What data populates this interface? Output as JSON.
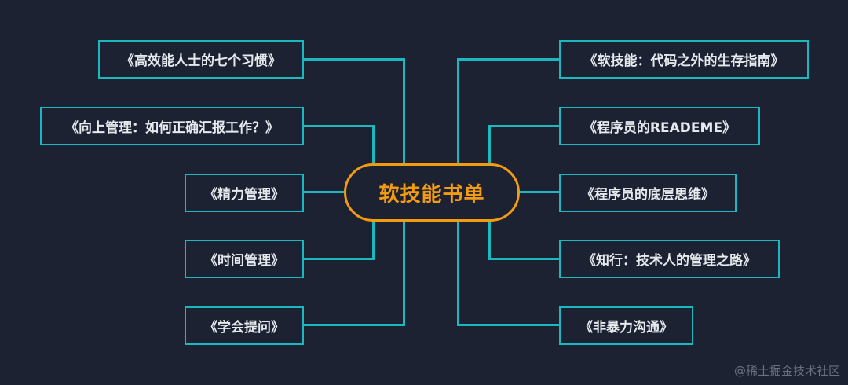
{
  "mindmap": {
    "center": {
      "label": "软技能书单",
      "color": "#f39c12"
    },
    "line_color": "#1bb8bf",
    "background": "#1c2231",
    "left_branches": [
      {
        "label": "《高效能人士的七个习惯》"
      },
      {
        "label": "《向上管理：如何正确汇报工作？》"
      },
      {
        "label": "《精力管理》"
      },
      {
        "label": "《时间管理》"
      },
      {
        "label": "《学会提问》"
      }
    ],
    "right_branches": [
      {
        "label": "《软技能：代码之外的生存指南》"
      },
      {
        "label": "《程序员的READEME》"
      },
      {
        "label": "《程序员的底层思维》"
      },
      {
        "label": "《知行：技术人的管理之路》"
      },
      {
        "label": "《非暴力沟通》"
      }
    ]
  },
  "watermark": "@稀土掘金技术社区"
}
